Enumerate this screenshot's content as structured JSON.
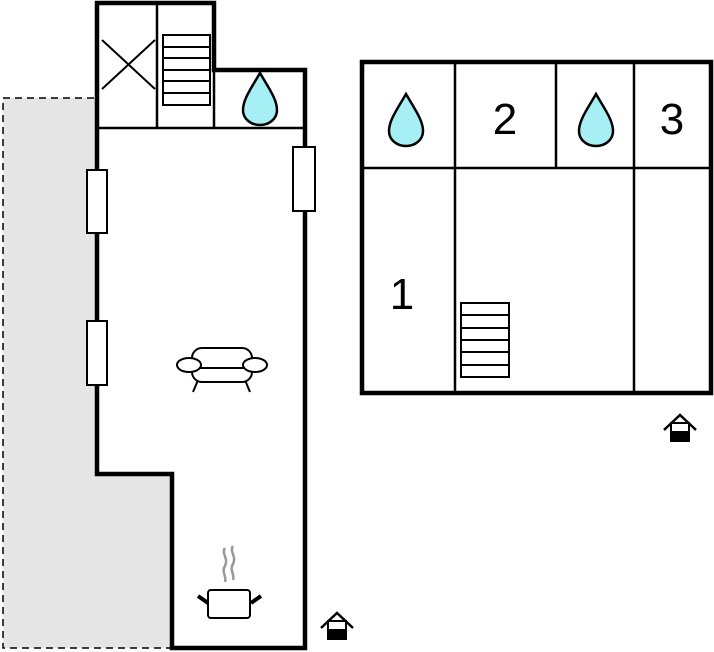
{
  "rooms": {
    "bedroom_1": "1",
    "bedroom_2": "2",
    "bedroom_3": "3"
  },
  "colors": {
    "water": "#a6f0f5",
    "terrace": "#e5e5e5",
    "wall": "#000000",
    "steam": "#999999"
  },
  "icons": [
    "bathroom-icon",
    "stairs-icon",
    "sofa-icon",
    "kitchen-pot-icon",
    "entrance-icon",
    "window-icon",
    "void-icon"
  ]
}
